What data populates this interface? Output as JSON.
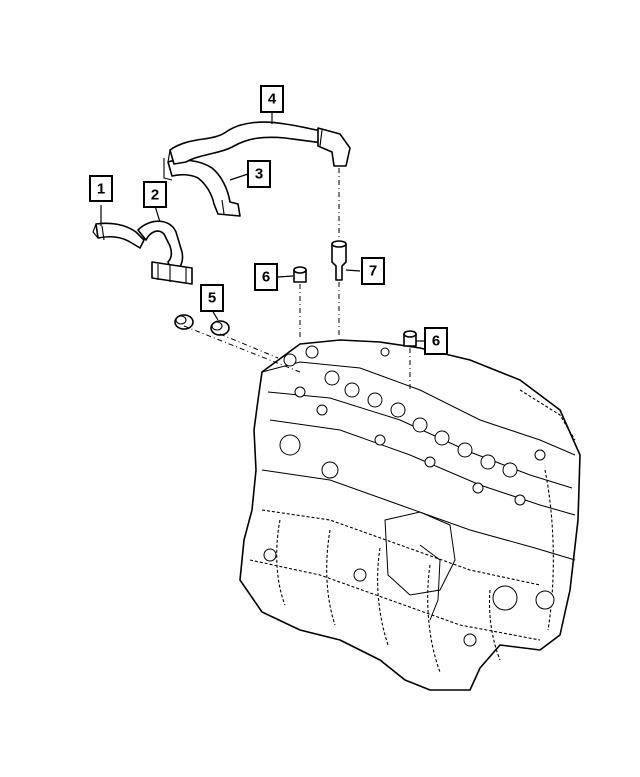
{
  "diagram": {
    "callouts": [
      {
        "id": "callout-1",
        "label": "1"
      },
      {
        "id": "callout-2",
        "label": "2"
      },
      {
        "id": "callout-3",
        "label": "3"
      },
      {
        "id": "callout-4",
        "label": "4"
      },
      {
        "id": "callout-5",
        "label": "5"
      },
      {
        "id": "callout-6a",
        "label": "6"
      },
      {
        "id": "callout-6b",
        "label": "6"
      },
      {
        "id": "callout-7",
        "label": "7"
      }
    ]
  }
}
